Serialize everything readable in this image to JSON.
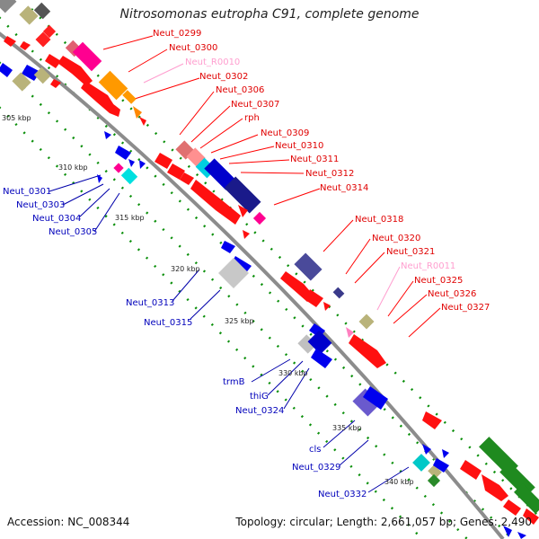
{
  "title": "Nitrosomonas eutropha C91, complete genome",
  "accession": "Accession: NC_008344",
  "summary": "Topology: circular; Length: 2,661,057 bp; Genes: 2,490",
  "colors": {
    "forward": "#ff0000",
    "reverse": "#0000ff",
    "rna": "#ff9ecf",
    "backbone": "#8a8a8a",
    "tick_dots": "#0a8f0a"
  },
  "scale_labels": [
    "305 kbp",
    "310 kbp",
    "315 kbp",
    "320 kbp",
    "325 kbp",
    "330 kbp",
    "335 kbp",
    "340 kbp"
  ],
  "labels_top": [
    "Neut_0299",
    "Neut_0300",
    "Neut_R0010",
    "Neut_0302",
    "Neut_0306",
    "Neut_0307",
    "rph",
    "Neut_0309",
    "Neut_0310",
    "Neut_0311",
    "Neut_0312",
    "Neut_0314",
    "Neut_0318",
    "Neut_0320",
    "Neut_0321",
    "Neut_R0011",
    "Neut_0325",
    "Neut_0326",
    "Neut_0327"
  ],
  "labels_bottom": [
    "Neut_0301",
    "Neut_0303",
    "Neut_0304",
    "Neut_0305",
    "Neut_0313",
    "Neut_0315",
    "trmB",
    "thiG",
    "Neut_0324",
    "cls",
    "Neut_0329",
    "Neut_0332"
  ]
}
